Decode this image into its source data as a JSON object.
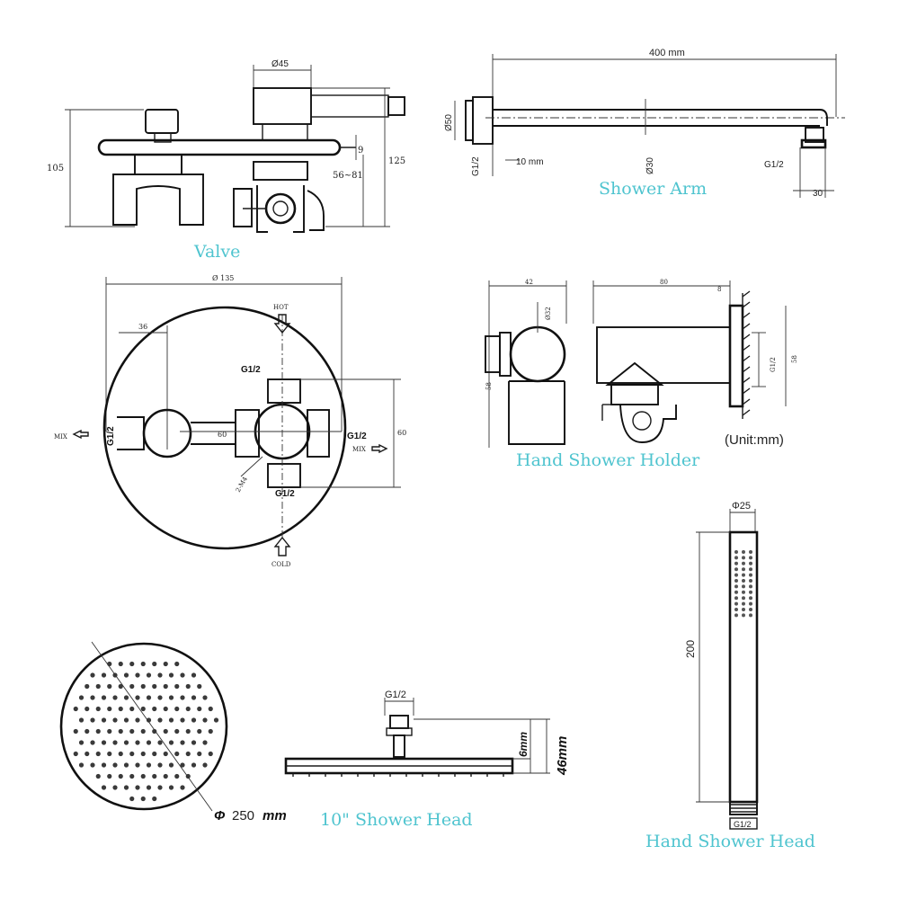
{
  "captions": {
    "valve": "Valve",
    "shower_arm": "Shower Arm",
    "hand_shower_holder": "Hand Shower Holder",
    "shower_head_10": "10\" Shower Head",
    "hand_shower_head": "Hand Shower Head"
  },
  "unit_note": "(Unit:mm)",
  "valve_dims": {
    "top_dia": "Ø45",
    "height_left": "105",
    "height_right": "125",
    "plate_thk": "9",
    "range": "56~81"
  },
  "valve_front": {
    "outer_dia": "Ø 135",
    "offset": "36",
    "hot": "HOT",
    "cold": "COLD",
    "mix_left": "MIX",
    "mix_right": "MIX",
    "g_top": "G1/2",
    "g_left": "G1/2",
    "g_right": "G1/2",
    "g_bottom": "G1/2",
    "center_gap": "60",
    "height": "60",
    "screw": "2-M4"
  },
  "shower_arm": {
    "length": "400 mm",
    "flange_dia": "Ø50",
    "pipe_dia": "Ø30",
    "thread_left": "G1/2",
    "thread_right": "G1/2",
    "flange_thk": "10 mm",
    "end_len": "30"
  },
  "holder": {
    "width_front": "42",
    "dia": "Ø32",
    "height_front": "58",
    "length_side": "80",
    "plate_thk": "8",
    "thread": "G1/2",
    "height_side": "58"
  },
  "hand_head": {
    "dia": "Φ25",
    "length": "200",
    "thread": "G1/2"
  },
  "shower_head": {
    "dia_symbol": "Φ",
    "dia_value": "250",
    "dia_unit": "mm",
    "thread": "G1/2",
    "thk": "6mm",
    "height": "46mm"
  }
}
